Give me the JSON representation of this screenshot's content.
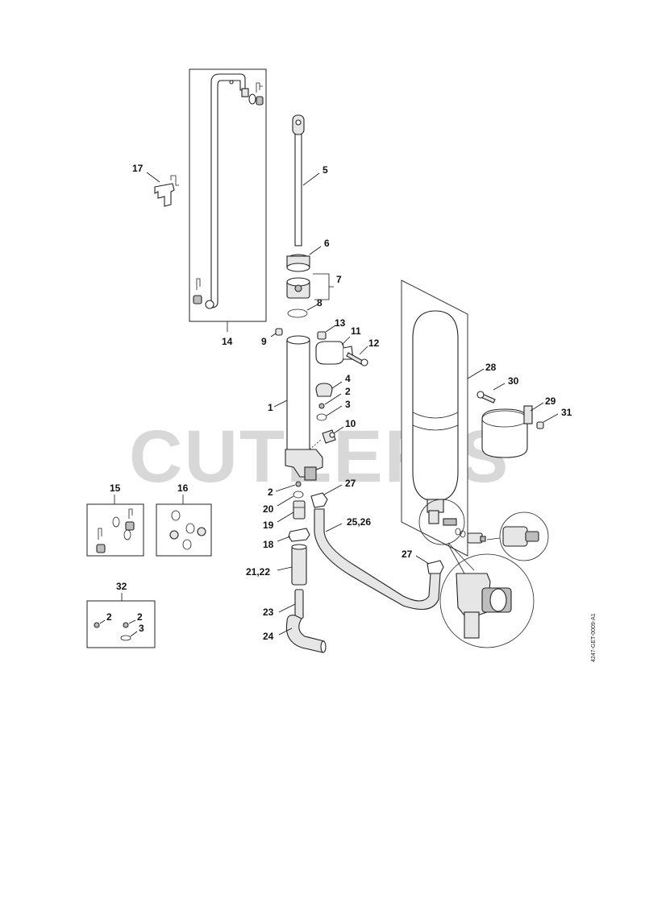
{
  "watermark": "CUTLER'S",
  "reference_code": "4247-GET-0009-A1",
  "callouts": {
    "c1": "1",
    "c2a": "2",
    "c2b": "2",
    "c2c": "2",
    "c2d": "2",
    "c3a": "3",
    "c3b": "3",
    "c4": "4",
    "c5": "5",
    "c6": "6",
    "c7": "7",
    "c8": "8",
    "c9": "9",
    "c10": "10",
    "c11": "11",
    "c12": "12",
    "c13": "13",
    "c14": "14",
    "c15": "15",
    "c16": "16",
    "c17": "17",
    "c18": "18",
    "c19": "19",
    "c20": "20",
    "c2122": "21,22",
    "c23": "23",
    "c24": "24",
    "c2526": "25,26",
    "c27a": "27",
    "c27b": "27",
    "c28": "28",
    "c29": "29",
    "c30": "30",
    "c31": "31",
    "c32": "32"
  }
}
